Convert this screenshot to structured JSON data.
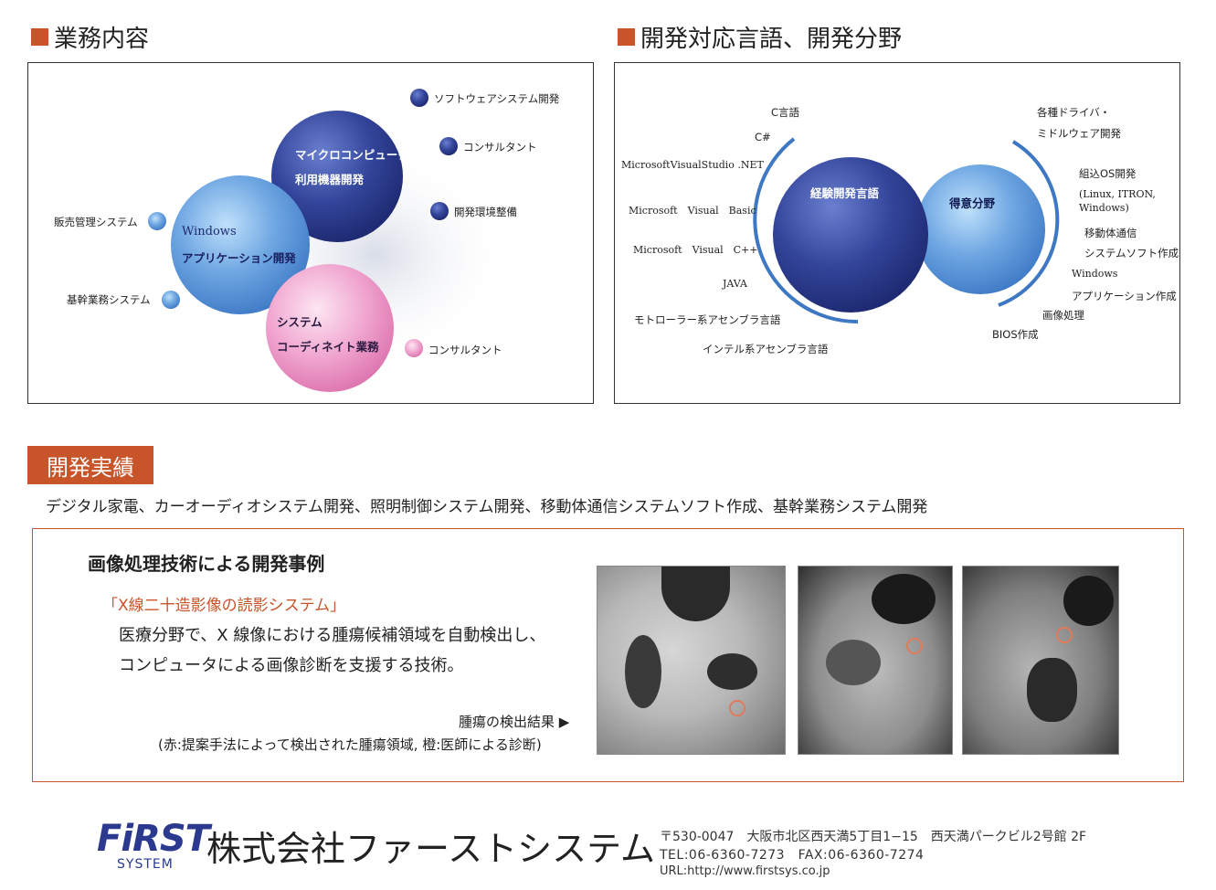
{
  "section1": {
    "title": "業務内容",
    "center_bubble": {
      "line1": "マイクロコンピュータ",
      "line2": "利用機器開発"
    },
    "left_bubble": {
      "line1": "Windows",
      "line2": "アプリケーション開発"
    },
    "pink_bubble": {
      "line1": "システム",
      "line2": "コーディネイト業務"
    },
    "dots": [
      "ソフトウェアシステム開発",
      "コンサルタント",
      "開発環境整備",
      "販売管理システム",
      "基幹業務システム",
      "コンサルタント"
    ]
  },
  "section2": {
    "title": "開発対応言語、開発分野",
    "bubble_left": "経験開発言語",
    "bubble_right": "得意分野",
    "languages": [
      "C言語",
      "C#",
      "MicrosoftVisualStudio .NET",
      "Microsoft　Visual　Basic",
      "Microsoft　Visual　C++",
      "JAVA",
      "モトローラー系アセンブラ言語",
      "インテル系アセンブラ言語"
    ],
    "fields": [
      "各種ドライバ・",
      "ミドルウェア開発",
      "組込OS開発",
      "(Linux, ITRON,",
      "Windows)",
      "移動体通信",
      "システムソフト作成",
      "Windows",
      "アプリケーション作成",
      "画像処理",
      "BIOS作成"
    ]
  },
  "results": {
    "badge": "開発実績",
    "summary": "デジタル家電、カーオーディオシステム開発、照明制御システム開発、移動体通信システムソフト作成、基幹業務システム開発",
    "case_title": "画像処理技術による開発事例",
    "case_subtitle": "「X線二十造影像の読影システム」",
    "desc1": "医療分野で、X 線像における腫瘍候補領域を自動検出し、",
    "desc2": "コンピュータによる画像診断を支援する技術。",
    "caption1": "腫瘍の検出結果 ▶",
    "caption2": "(赤:提案手法によって検出された腫瘍領域, 橙:医師による診断)"
  },
  "footer": {
    "logo_top": "FiRST",
    "logo_bottom": "SYSTEM",
    "company": "株式会社ファーストシステム",
    "address": "〒530-0047　大阪市北区西天満5丁目1−15　西天満パークビル2号館 2F",
    "tel": "TEL:06-6360-7273　FAX:06-6360-7274",
    "url": "URL:http://www.firstsys.co.jp"
  },
  "colors": {
    "accent": "#c8542a",
    "navy": "#2b3a8f",
    "blue": "#4a8bd6",
    "pink": "#e98cc0"
  }
}
